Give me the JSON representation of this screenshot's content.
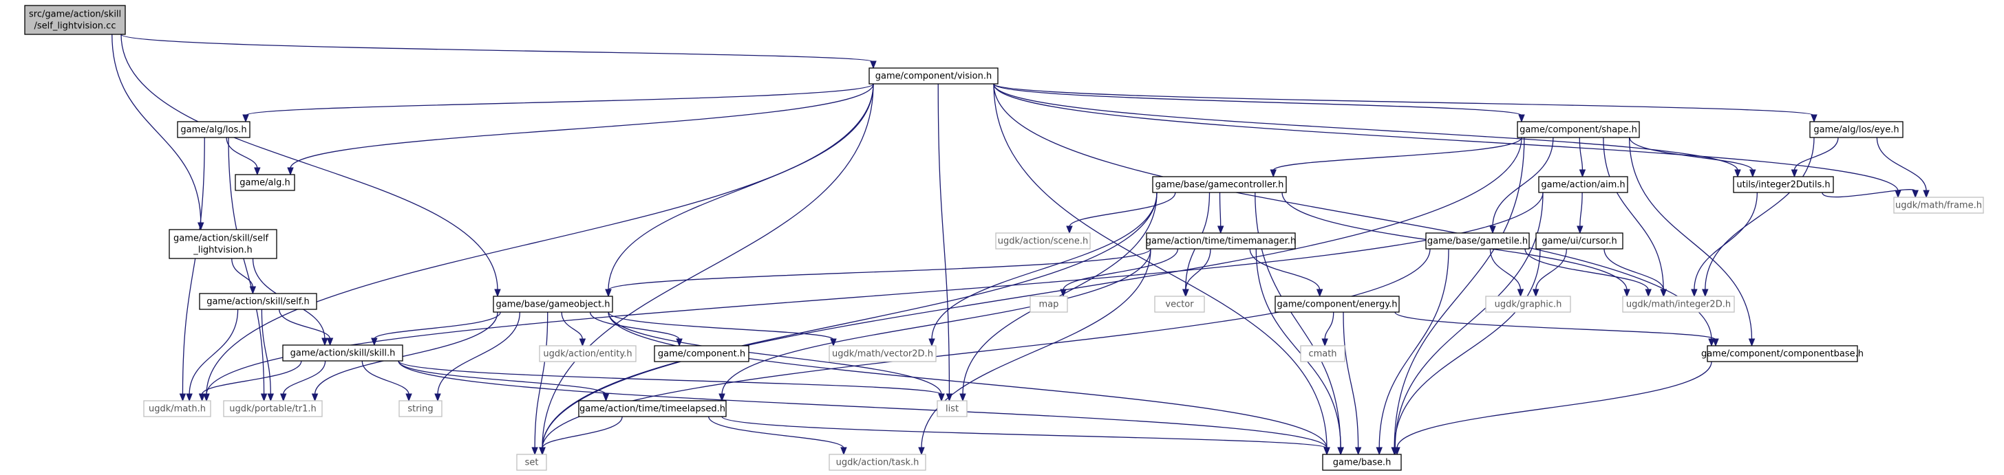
{
  "colors": {
    "edge": "#191970",
    "focus_fill": "#bfbfbf",
    "node_border": "#000000",
    "external_border": "#bfbfbf",
    "background": "#ffffff"
  },
  "nodes": [
    {
      "id": "self_lightvision_cc",
      "lines": [
        "src/game/action/skill",
        "/self_lightvision.cc"
      ],
      "kind": "focus"
    },
    {
      "id": "vision_h",
      "lines": [
        "game/component/vision.h"
      ],
      "kind": "local"
    },
    {
      "id": "los_h",
      "lines": [
        "game/alg/los.h"
      ],
      "kind": "local"
    },
    {
      "id": "alg_h",
      "lines": [
        "game/alg.h"
      ],
      "kind": "local"
    },
    {
      "id": "shape_h",
      "lines": [
        "game/component/shape.h"
      ],
      "kind": "local"
    },
    {
      "id": "eye_h",
      "lines": [
        "game/alg/los/eye.h"
      ],
      "kind": "local"
    },
    {
      "id": "gamecontroller_h",
      "lines": [
        "game/base/gamecontroller.h"
      ],
      "kind": "local"
    },
    {
      "id": "aim_h",
      "lines": [
        "game/action/aim.h"
      ],
      "kind": "local"
    },
    {
      "id": "integer2Dutils_h",
      "lines": [
        "utils/integer2Dutils.h"
      ],
      "kind": "local"
    },
    {
      "id": "self_lightvision_h",
      "lines": [
        "game/action/skill/self",
        "_lightvision.h"
      ],
      "kind": "local"
    },
    {
      "id": "scene_h",
      "lines": [
        "ugdk/action/scene.h"
      ],
      "kind": "external"
    },
    {
      "id": "timemanager_h",
      "lines": [
        "game/action/time/timemanager.h"
      ],
      "kind": "local"
    },
    {
      "id": "gametile_h",
      "lines": [
        "game/base/gametile.h"
      ],
      "kind": "local"
    },
    {
      "id": "cursor_h",
      "lines": [
        "game/ui/cursor.h"
      ],
      "kind": "local"
    },
    {
      "id": "frame_h",
      "lines": [
        "ugdk/math/frame.h"
      ],
      "kind": "external"
    },
    {
      "id": "self_h",
      "lines": [
        "game/action/skill/self.h"
      ],
      "kind": "local"
    },
    {
      "id": "gameobject_h",
      "lines": [
        "game/base/gameobject.h"
      ],
      "kind": "local"
    },
    {
      "id": "map",
      "lines": [
        "map"
      ],
      "kind": "external"
    },
    {
      "id": "vector",
      "lines": [
        "vector"
      ],
      "kind": "external"
    },
    {
      "id": "energy_h",
      "lines": [
        "game/component/energy.h"
      ],
      "kind": "local"
    },
    {
      "id": "graphic_h",
      "lines": [
        "ugdk/graphic.h"
      ],
      "kind": "external"
    },
    {
      "id": "integer2D_h",
      "lines": [
        "ugdk/math/integer2D.h"
      ],
      "kind": "external"
    },
    {
      "id": "skill_h",
      "lines": [
        "game/action/skill/skill.h"
      ],
      "kind": "local"
    },
    {
      "id": "entity_h",
      "lines": [
        "ugdk/action/entity.h"
      ],
      "kind": "external"
    },
    {
      "id": "component_h",
      "lines": [
        "game/component.h"
      ],
      "kind": "local"
    },
    {
      "id": "vector2D_h",
      "lines": [
        "ugdk/math/vector2D.h"
      ],
      "kind": "external"
    },
    {
      "id": "cmath",
      "lines": [
        "cmath"
      ],
      "kind": "external"
    },
    {
      "id": "componentbase_h",
      "lines": [
        "game/component/componentbase.h"
      ],
      "kind": "local"
    },
    {
      "id": "math_h",
      "lines": [
        "ugdk/math.h"
      ],
      "kind": "external"
    },
    {
      "id": "portable_tr1_h",
      "lines": [
        "ugdk/portable/tr1.h"
      ],
      "kind": "external"
    },
    {
      "id": "string",
      "lines": [
        "string"
      ],
      "kind": "external"
    },
    {
      "id": "list",
      "lines": [
        "list"
      ],
      "kind": "external"
    },
    {
      "id": "timeelapsed_h",
      "lines": [
        "game/action/time/timeelapsed.h"
      ],
      "kind": "local"
    },
    {
      "id": "set",
      "lines": [
        "set"
      ],
      "kind": "external"
    },
    {
      "id": "task_h",
      "lines": [
        "ugdk/action/task.h"
      ],
      "kind": "external"
    },
    {
      "id": "base_h",
      "lines": [
        "game/base.h"
      ],
      "kind": "local"
    }
  ],
  "edges": [
    [
      "self_lightvision_cc",
      "vision_h"
    ],
    [
      "self_lightvision_cc",
      "self_lightvision_h"
    ],
    [
      "self_lightvision_cc",
      "gameobject_h"
    ],
    [
      "vision_h",
      "los_h"
    ],
    [
      "vision_h",
      "alg_h"
    ],
    [
      "vision_h",
      "shape_h"
    ],
    [
      "vision_h",
      "eye_h"
    ],
    [
      "vision_h",
      "integer2Dutils_h"
    ],
    [
      "vision_h",
      "frame_h"
    ],
    [
      "vision_h",
      "gameobject_h"
    ],
    [
      "vision_h",
      "componentbase_h"
    ],
    [
      "vision_h",
      "math_h"
    ],
    [
      "vision_h",
      "list"
    ],
    [
      "vision_h",
      "set"
    ],
    [
      "vision_h",
      "base_h"
    ],
    [
      "los_h",
      "alg_h"
    ],
    [
      "los_h",
      "math_h"
    ],
    [
      "los_h",
      "portable_tr1_h"
    ],
    [
      "shape_h",
      "gamecontroller_h"
    ],
    [
      "shape_h",
      "aim_h"
    ],
    [
      "shape_h",
      "integer2Dutils_h"
    ],
    [
      "shape_h",
      "gametile_h"
    ],
    [
      "shape_h",
      "integer2D_h"
    ],
    [
      "shape_h",
      "componentbase_h"
    ],
    [
      "shape_h",
      "set"
    ],
    [
      "shape_h",
      "base_h"
    ],
    [
      "eye_h",
      "integer2Dutils_h"
    ],
    [
      "eye_h",
      "frame_h"
    ],
    [
      "eye_h",
      "integer2D_h"
    ],
    [
      "gamecontroller_h",
      "scene_h"
    ],
    [
      "gamecontroller_h",
      "timemanager_h"
    ],
    [
      "gamecontroller_h",
      "vector"
    ],
    [
      "gamecontroller_h",
      "integer2D_h"
    ],
    [
      "gamecontroller_h",
      "vector2D_h"
    ],
    [
      "gamecontroller_h",
      "list"
    ],
    [
      "gamecontroller_h",
      "set"
    ],
    [
      "gamecontroller_h",
      "base_h"
    ],
    [
      "aim_h",
      "cursor_h"
    ],
    [
      "aim_h",
      "math_h"
    ],
    [
      "aim_h",
      "base_h"
    ],
    [
      "integer2Dutils_h",
      "frame_h"
    ],
    [
      "integer2Dutils_h",
      "integer2D_h"
    ],
    [
      "self_lightvision_h",
      "self_h"
    ],
    [
      "self_lightvision_h",
      "skill_h"
    ],
    [
      "timemanager_h",
      "gameobject_h"
    ],
    [
      "timemanager_h",
      "map"
    ],
    [
      "timemanager_h",
      "vector"
    ],
    [
      "timemanager_h",
      "energy_h"
    ],
    [
      "timemanager_h",
      "timeelapsed_h"
    ],
    [
      "timemanager_h",
      "task_h"
    ],
    [
      "timemanager_h",
      "base_h"
    ],
    [
      "gametile_h",
      "graphic_h"
    ],
    [
      "gametile_h",
      "integer2D_h"
    ],
    [
      "gametile_h",
      "set"
    ],
    [
      "gametile_h",
      "base_h"
    ],
    [
      "cursor_h",
      "graphic_h"
    ],
    [
      "cursor_h",
      "integer2D_h"
    ],
    [
      "cursor_h",
      "base_h"
    ],
    [
      "self_h",
      "skill_h"
    ],
    [
      "self_h",
      "math_h"
    ],
    [
      "self_h",
      "portable_tr1_h"
    ],
    [
      "gameobject_h",
      "skill_h"
    ],
    [
      "gameobject_h",
      "entity_h"
    ],
    [
      "gameobject_h",
      "component_h"
    ],
    [
      "gameobject_h",
      "vector2D_h"
    ],
    [
      "gameobject_h",
      "portable_tr1_h"
    ],
    [
      "gameobject_h",
      "string"
    ],
    [
      "gameobject_h",
      "list"
    ],
    [
      "gameobject_h",
      "set"
    ],
    [
      "gameobject_h",
      "base_h"
    ],
    [
      "energy_h",
      "componentbase_h"
    ],
    [
      "energy_h",
      "cmath"
    ],
    [
      "energy_h",
      "base_h"
    ],
    [
      "skill_h",
      "math_h"
    ],
    [
      "skill_h",
      "portable_tr1_h"
    ],
    [
      "skill_h",
      "string"
    ],
    [
      "skill_h",
      "list"
    ],
    [
      "skill_h",
      "timeelapsed_h"
    ],
    [
      "skill_h",
      "base_h"
    ],
    [
      "componentbase_h",
      "base_h"
    ],
    [
      "timeelapsed_h",
      "set"
    ],
    [
      "timeelapsed_h",
      "task_h"
    ],
    [
      "timeelapsed_h",
      "base_h"
    ]
  ]
}
